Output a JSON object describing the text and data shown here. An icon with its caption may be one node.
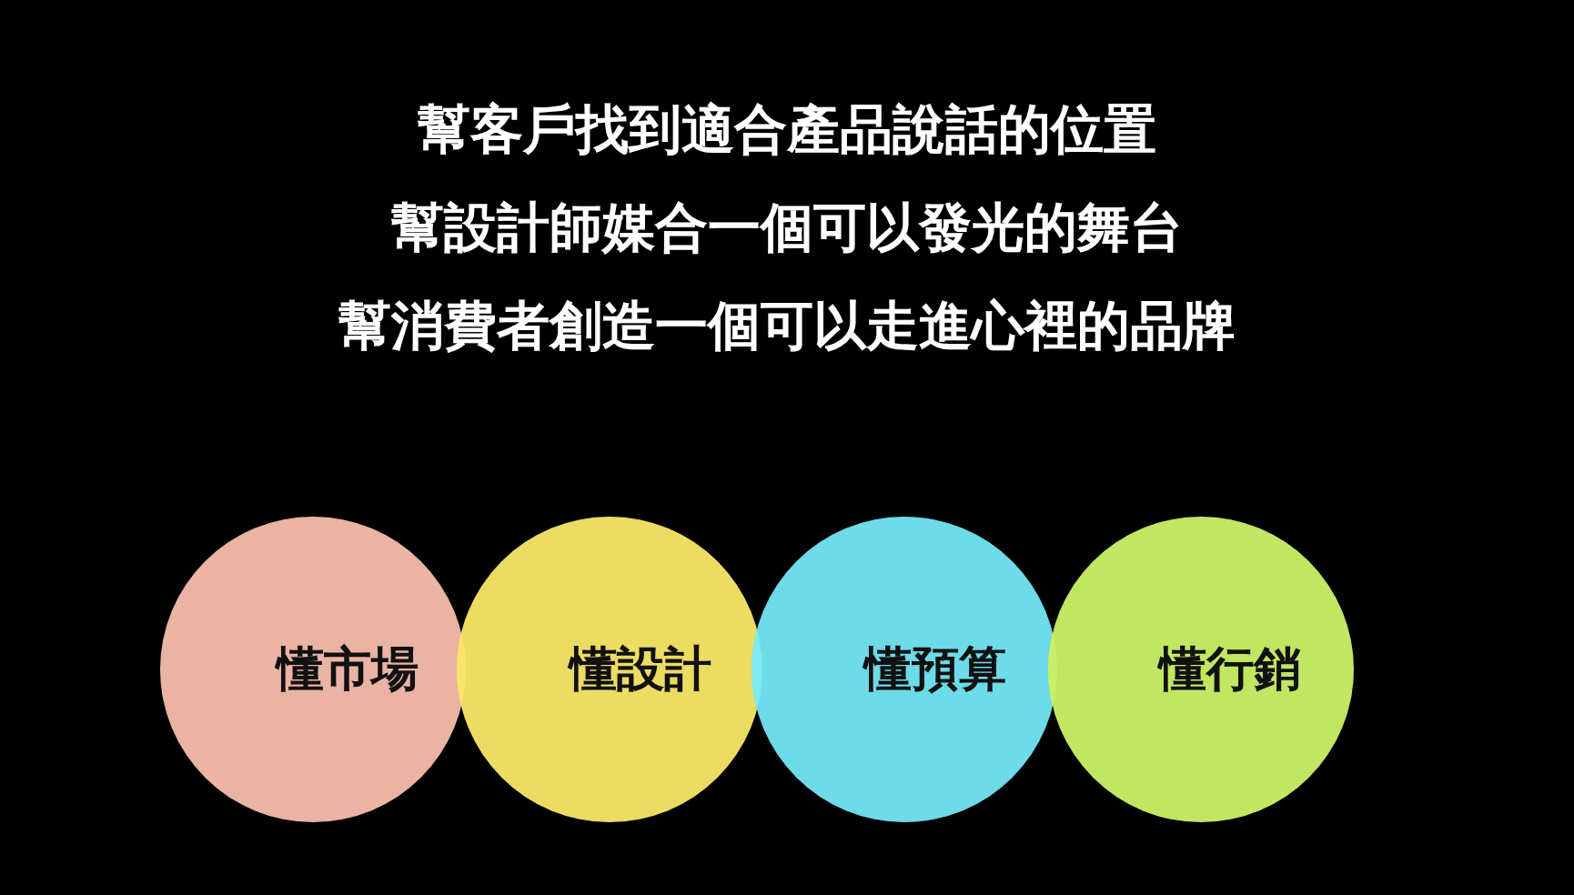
{
  "diagram": {
    "nodes": [
      {
        "text": [
          "懂市場"
        ]
      },
      {
        "text": [
          "懂設計"
        ]
      },
      {
        "text": [
          "懂預算"
        ]
      },
      {
        "text": [
          "懂行銷"
        ]
      }
    ],
    "labels": [
      "幫客戶找到適合產品說話的位置",
      "幫設計師媒合一個可以發光的舞台",
      "幫消費者創造一個可以走進心裡的品牌"
    ]
  }
}
